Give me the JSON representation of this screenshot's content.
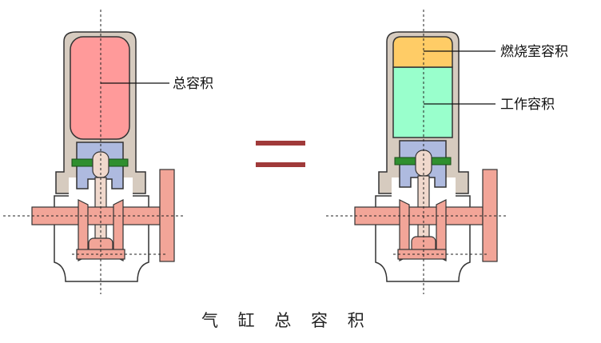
{
  "labels": {
    "total_volume": "总容积",
    "combustion_chamber_volume": "燃烧室容积",
    "working_volume": "工作容积"
  },
  "caption": "气 缸 总 容 积",
  "colors": {
    "total_volume_fill": "#ff9a9a",
    "combustion_fill": "#ffcc66",
    "working_fill": "#99ffcc",
    "cylinder_wall": "#d6cbbf",
    "piston": "#aebadf",
    "piston_ring": "#2f8f2f",
    "crank_parts": "#f2a598",
    "connecting_rod": "#f0d8cc",
    "crankcase": "#ffffff",
    "equals_sign": "#a03a3a",
    "outline": "#333333"
  }
}
